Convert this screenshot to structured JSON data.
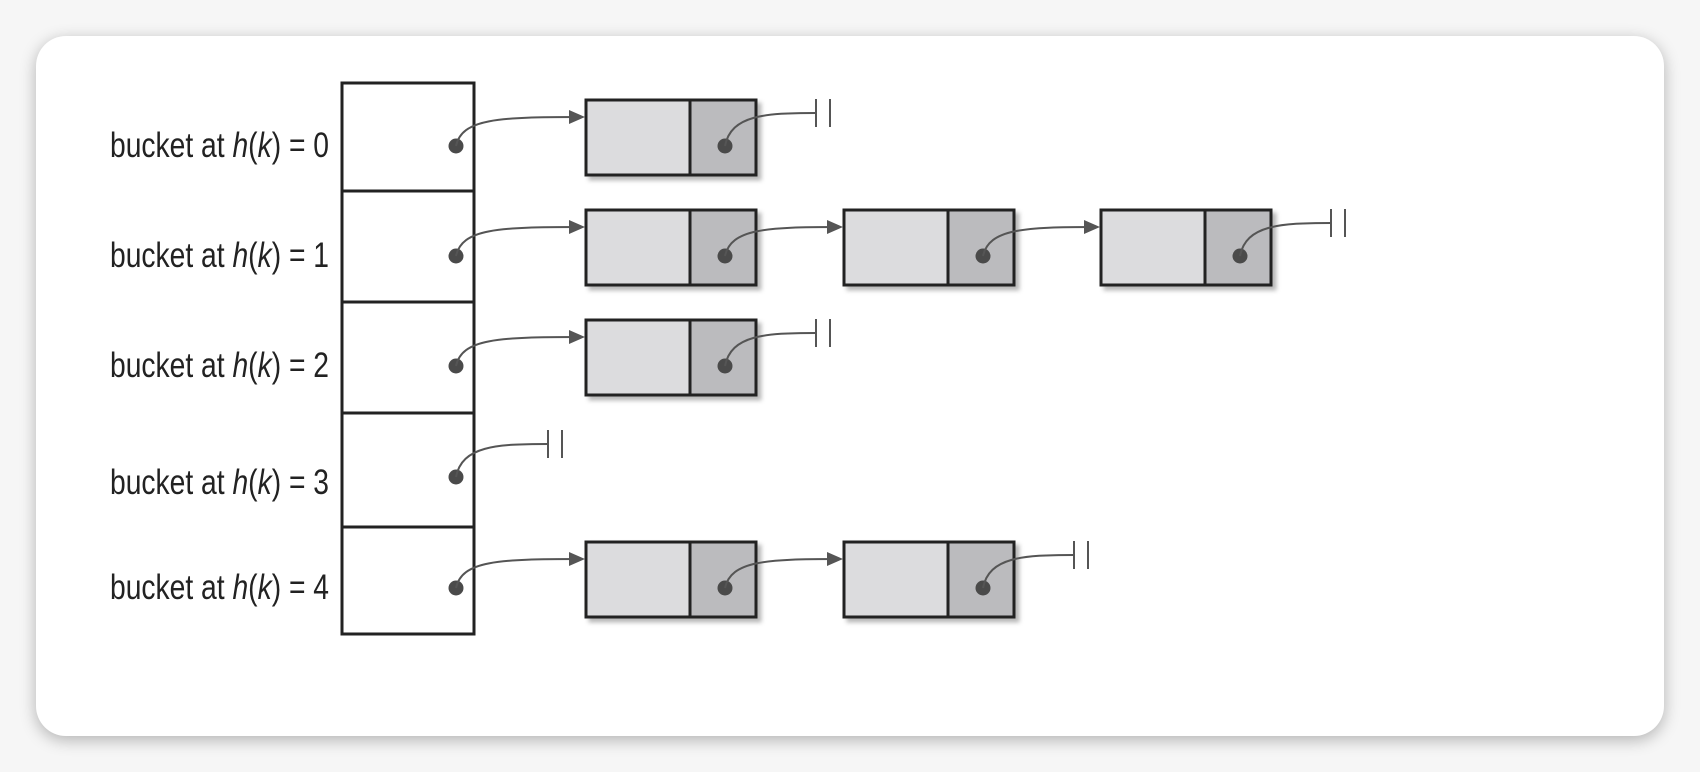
{
  "diagram": {
    "labels": {
      "prefix": "bucket at ",
      "fn": "h",
      "open": "(",
      "arg": "k",
      "close": ")",
      "eq": " = "
    },
    "buckets": [
      {
        "index": "0",
        "chain_length": 1
      },
      {
        "index": "1",
        "chain_length": 3
      },
      {
        "index": "2",
        "chain_length": 1
      },
      {
        "index": "3",
        "chain_length": 0
      },
      {
        "index": "4",
        "chain_length": 2
      }
    ],
    "colors": {
      "slot_fill": "#ffffff",
      "node_data_fill": "#dcdcde",
      "node_pointer_fill": "#bbbbbe",
      "outline": "#222222",
      "pointer": "#555555"
    }
  }
}
